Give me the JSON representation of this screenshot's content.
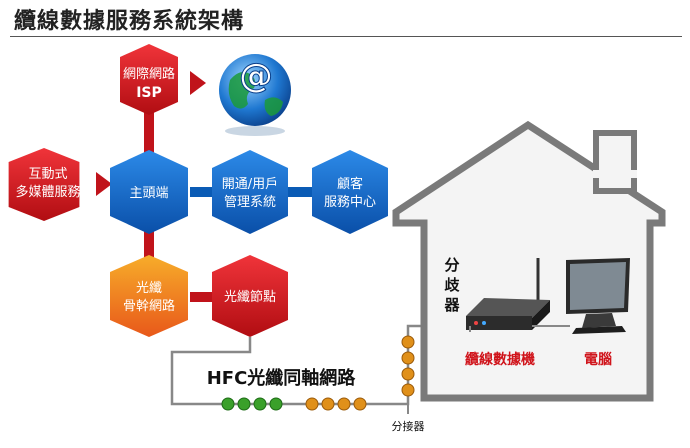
{
  "title": "纜線數據服務系統架構",
  "nodes": {
    "isp_line1": "網際網路",
    "isp_line2": "ISP",
    "interactive_line1": "互動式",
    "interactive_line2": "多媒體服務",
    "headend": "主頭端",
    "provisioning_line1": "開通/用戶",
    "provisioning_line2": "管理系統",
    "customer_line1": "顧客",
    "customer_line2": "服務中心",
    "fiber_backbone_line1": "光纖",
    "fiber_backbone_line2": "骨幹網路",
    "fiber_node": "光纖節點"
  },
  "network_label": "HFC光纖同軸網路",
  "splitter_label": "分接器",
  "house_splitter_label": "分歧器",
  "modem_label": "纜線數據機",
  "computer_label": "電腦",
  "colors": {
    "red": "#d0141b",
    "blue": "#0a5bb5",
    "orange": "#f08a1a",
    "house": "#7a7a7a",
    "green_dot": "#3aa02a",
    "orange_dot": "#e0901a"
  }
}
